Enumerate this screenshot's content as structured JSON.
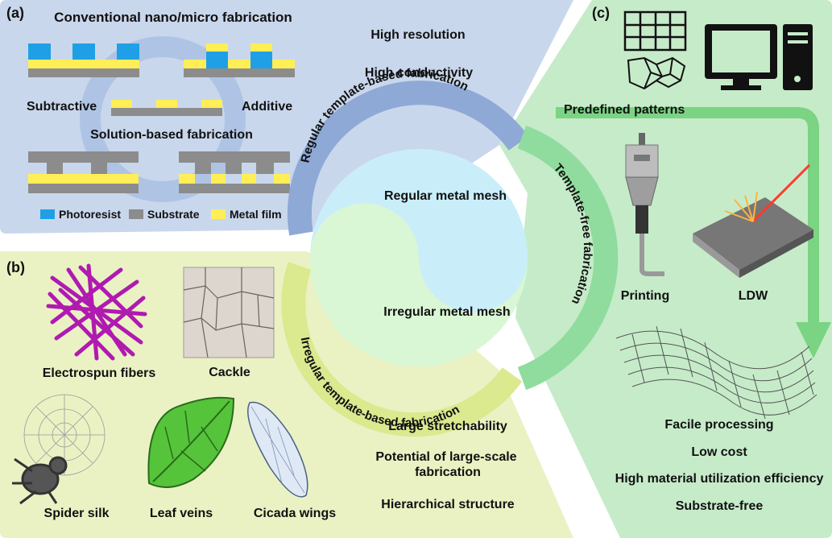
{
  "colors": {
    "panel_a": "#c9d7ec",
    "panel_b": "#eaf2c4",
    "panel_c": "#c6ebc9",
    "ring_a": "#8fa9d6",
    "ring_b": "#dbe98f",
    "ring_c": "#8fdc9e",
    "center_top": "#c9eefa",
    "center_bottom": "#d9f7d4",
    "photoresist": "#1fa0e6",
    "substrate": "#8c8c8c",
    "metal_film": "#ffee55",
    "electrospun": "#b01ab0",
    "leaf": "#55c43a",
    "laser": "#ff3a2a"
  },
  "panel_a": {
    "tag": "(a)",
    "title": "Conventional nano/micro fabrication",
    "subtractive": "Subtractive",
    "additive": "Additive",
    "solution_based": "Solution-based fabrication",
    "legend": {
      "photoresist": "Photoresist",
      "substrate": "Substrate",
      "metal_film": "Metal film"
    },
    "features": [
      "High resolution",
      "High conductivity"
    ]
  },
  "panel_b": {
    "tag": "(b)",
    "items": {
      "electrospun": "Electrospun fibers",
      "cackle": "Cackle",
      "spider": "Spider silk",
      "leaf": "Leaf veins",
      "cicada": "Cicada wings"
    },
    "features": [
      "Large stretchability",
      "Potential of large-scale",
      "fabrication",
      "Hierarchical structure"
    ]
  },
  "panel_c": {
    "tag": "(c)",
    "predefined": "Predefined patterns",
    "printing": "Printing",
    "ldw": "LDW",
    "features": [
      "Facile processing",
      "Low cost",
      "High material utilization efficiency",
      "Substrate-free"
    ]
  },
  "center": {
    "regular": "Regular metal mesh",
    "irregular": "Irregular metal mesh",
    "arc_regular": "Regular template-based fabrication",
    "arc_irregular": "Irregular template-based fabrication",
    "arc_free": "Template-free fabrication"
  }
}
